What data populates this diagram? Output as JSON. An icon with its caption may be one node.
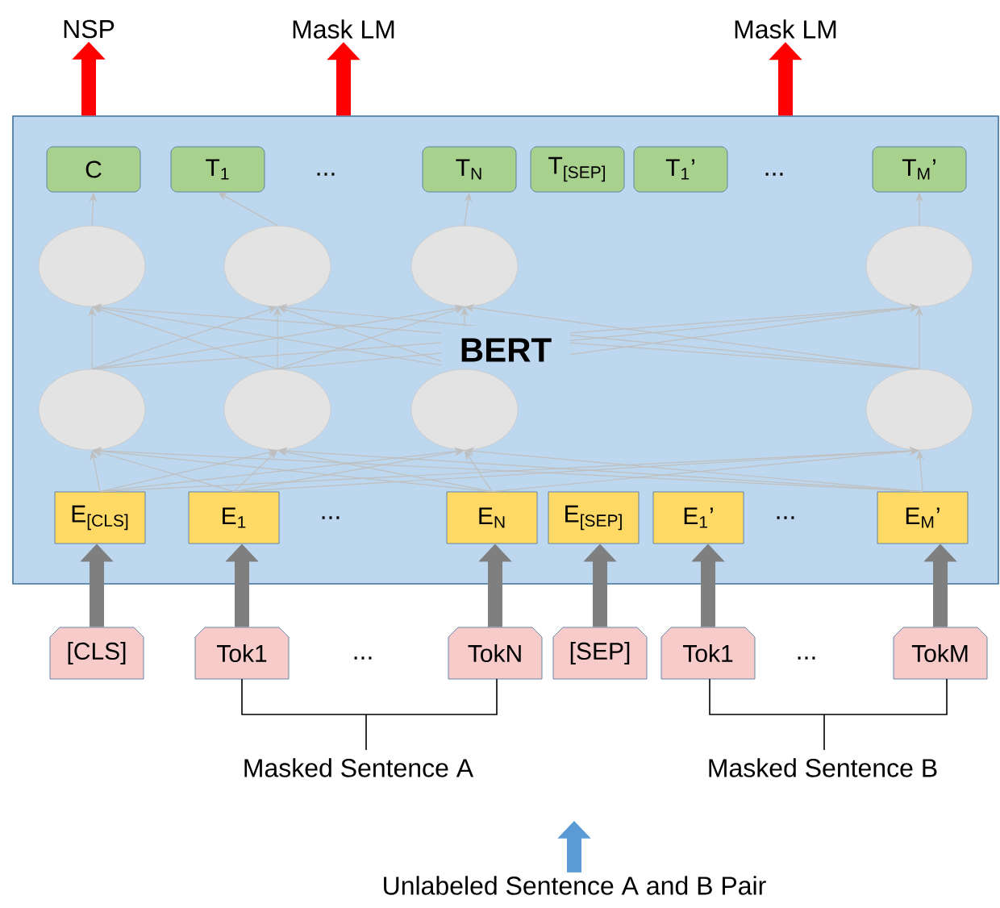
{
  "diagram": {
    "nodes": [
      {
        "text": [
          "NSP"
        ]
      },
      {
        "text": [
          "Mask LM"
        ]
      },
      {
        "text": [
          "Mask LM"
        ]
      },
      {
        "text": [
          "BERT"
        ]
      },
      {
        "text": [
          "C"
        ],
        "in": 3
      },
      {
        "text": [
          "T$_{1}$"
        ],
        "in": 3
      },
      {
        "text": [
          "T$_{N}$"
        ],
        "in": 3
      },
      {
        "text": [
          "T$_{[SEP]}$"
        ],
        "in": 3
      },
      {
        "text": [
          "T$_{1}$’"
        ],
        "in": 3
      },
      {
        "text": [
          "T$_{M}$’"
        ],
        "in": 3
      },
      {
        "text": [],
        "shape": "circle",
        "in": 3
      },
      {
        "text": [],
        "shape": "circle",
        "in": 3
      },
      {
        "text": [],
        "shape": "circle",
        "in": 3
      },
      {
        "text": [],
        "shape": "circle",
        "in": 3
      },
      {
        "text": [],
        "shape": "circle",
        "in": 3
      },
      {
        "text": [],
        "shape": "circle",
        "in": 3
      },
      {
        "text": [],
        "shape": "circle",
        "in": 3
      },
      {
        "text": [],
        "shape": "circle",
        "in": 3
      },
      {
        "text": [
          "E$_{[CLS]}$"
        ],
        "in": 3
      },
      {
        "text": [
          "E$_{1}$"
        ],
        "in": 3
      },
      {
        "text": [
          "E$_{N}$"
        ],
        "in": 3
      },
      {
        "text": [
          "E$_{[SEP]}$"
        ],
        "in": 3
      },
      {
        "text": [
          "E$_{1}$’"
        ],
        "in": 3
      },
      {
        "text": [
          "E$_{M}$’"
        ],
        "in": 3
      },
      {
        "text": [
          "[CLS]"
        ]
      },
      {
        "text": [
          "Tok1"
        ]
      },
      {
        "text": [
          "TokN"
        ]
      },
      {
        "text": [
          "[SEP]"
        ]
      },
      {
        "text": [
          "Tok1"
        ]
      },
      {
        "text": [
          "TokM"
        ]
      },
      {
        "text": [
          "Unlabeled Sentence A and B Pair"
        ]
      }
    ],
    "edges": [
      {
        "from": 3,
        "to": 0,
        "arrow": "to",
        "style": "thick",
        "color": "#ff0000"
      },
      {
        "from": 3,
        "to": 1,
        "arrow": "to",
        "style": "thick",
        "color": "#ff0000"
      },
      {
        "from": 3,
        "to": 2,
        "arrow": "to",
        "style": "thick",
        "color": "#ff0000"
      },
      {
        "from": 10,
        "to": 4,
        "arrow": "to"
      },
      {
        "from": 11,
        "to": 5,
        "arrow": "to"
      },
      {
        "from": 12,
        "to": 6,
        "arrow": "to"
      },
      {
        "from": 13,
        "to": 9,
        "arrow": "to"
      },
      {
        "from": 14,
        "to": 10,
        "arrow": "to"
      },
      {
        "from": 14,
        "to": 11,
        "arrow": "to"
      },
      {
        "from": 14,
        "to": 12,
        "arrow": "to"
      },
      {
        "from": 14,
        "to": 13,
        "arrow": "to"
      },
      {
        "from": 15,
        "to": 10,
        "arrow": "to"
      },
      {
        "from": 15,
        "to": 11,
        "arrow": "to"
      },
      {
        "from": 15,
        "to": 12,
        "arrow": "to"
      },
      {
        "from": 15,
        "to": 13,
        "arrow": "to"
      },
      {
        "from": 16,
        "to": 10,
        "arrow": "to"
      },
      {
        "from": 16,
        "to": 11,
        "arrow": "to"
      },
      {
        "from": 16,
        "to": 12,
        "arrow": "to"
      },
      {
        "from": 16,
        "to": 13,
        "arrow": "to"
      },
      {
        "from": 17,
        "to": 10,
        "arrow": "to"
      },
      {
        "from": 17,
        "to": 11,
        "arrow": "to"
      },
      {
        "from": 17,
        "to": 12,
        "arrow": "to"
      },
      {
        "from": 17,
        "to": 13,
        "arrow": "to"
      },
      {
        "from": 18,
        "to": 14,
        "arrow": "to"
      },
      {
        "from": 18,
        "to": 15,
        "arrow": "to"
      },
      {
        "from": 18,
        "to": 16,
        "arrow": "to"
      },
      {
        "from": 18,
        "to": 17,
        "arrow": "to"
      },
      {
        "from": 19,
        "to": 14,
        "arrow": "to"
      },
      {
        "from": 19,
        "to": 15,
        "arrow": "to"
      },
      {
        "from": 19,
        "to": 16,
        "arrow": "to"
      },
      {
        "from": 19,
        "to": 17,
        "arrow": "to"
      },
      {
        "from": 20,
        "to": 14,
        "arrow": "to"
      },
      {
        "from": 20,
        "to": 15,
        "arrow": "to"
      },
      {
        "from": 20,
        "to": 16,
        "arrow": "to"
      },
      {
        "from": 20,
        "to": 17,
        "arrow": "to"
      },
      {
        "from": 23,
        "to": 14,
        "arrow": "to"
      },
      {
        "from": 23,
        "to": 15,
        "arrow": "to"
      },
      {
        "from": 23,
        "to": 16,
        "arrow": "to"
      },
      {
        "from": 23,
        "to": 17,
        "arrow": "to"
      },
      {
        "from": 24,
        "to": 18,
        "arrow": "to",
        "style": "thick",
        "color": "#7f7f7f"
      },
      {
        "from": 25,
        "to": 19,
        "arrow": "to",
        "style": "thick",
        "color": "#7f7f7f"
      },
      {
        "from": 26,
        "to": 20,
        "arrow": "to",
        "style": "thick",
        "color": "#7f7f7f"
      },
      {
        "from": 27,
        "to": 21,
        "arrow": "to",
        "style": "thick",
        "color": "#7f7f7f"
      },
      {
        "from": 28,
        "to": 22,
        "arrow": "to",
        "style": "thick",
        "color": "#7f7f7f"
      },
      {
        "from": 29,
        "to": 23,
        "arrow": "to",
        "style": "thick",
        "color": "#7f7f7f"
      },
      {
        "from": 30,
        "to": null,
        "arrow": "to",
        "style": "thick",
        "color": "#5b9bd5"
      }
    ],
    "labels": [
      "...",
      "...",
      "...",
      "...",
      "...",
      "...",
      "Masked Sentence A",
      "Masked Sentence B"
    ]
  }
}
